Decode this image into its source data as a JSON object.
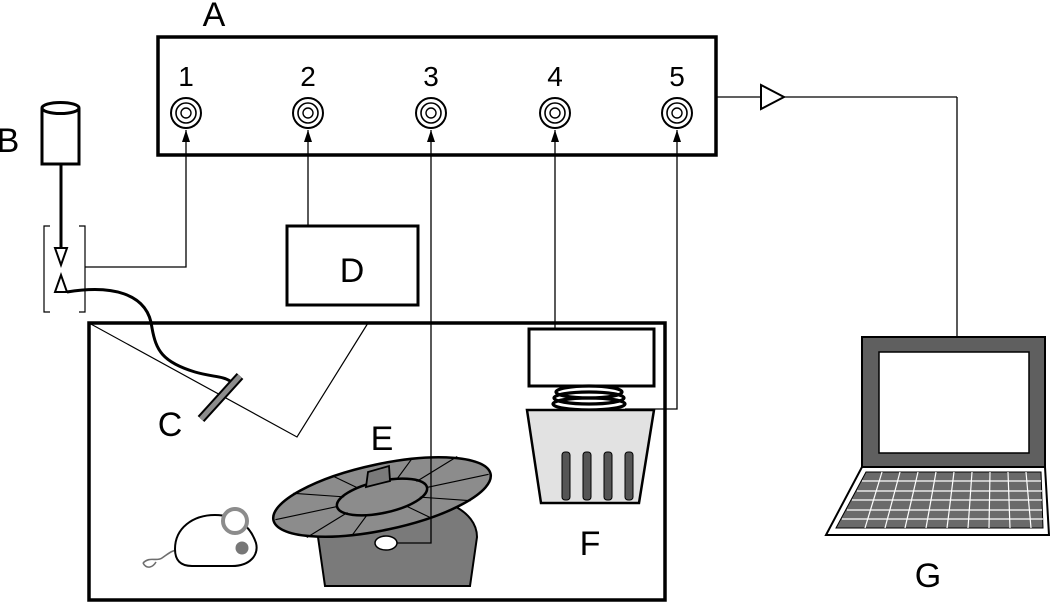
{
  "labels": {
    "A": "A",
    "B": "B",
    "C": "C",
    "D": "D",
    "E": "E",
    "F": "F",
    "G": "G"
  },
  "channels": [
    "1",
    "2",
    "3",
    "4",
    "5"
  ],
  "colors": {
    "stroke": "#000000",
    "background": "#ffffff",
    "dark_gray": "#6e6e6e",
    "mid_gray": "#8c8c8c",
    "light_gray": "#e2e2e2",
    "laptop_body": "#5f5f5f"
  }
}
